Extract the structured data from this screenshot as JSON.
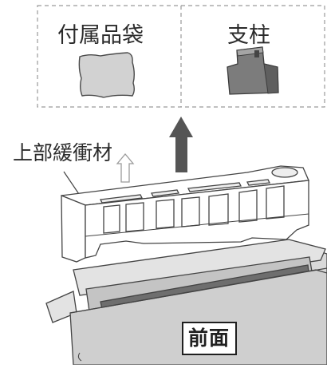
{
  "items": [
    {
      "label": "付属品袋",
      "icon": "accessory-bag-icon"
    },
    {
      "label": "支柱",
      "icon": "stand-post-icon"
    }
  ],
  "top_cushion": {
    "label": "上部緩衝材"
  },
  "box": {
    "front_label": "前面"
  },
  "arrows": {
    "lift": "up-arrow-icon",
    "reverse": "outline-up-arrow-icon"
  },
  "colors": {
    "line": "#4a4a4a",
    "light_gray": "#cfcfcf",
    "mid_gray": "#8a8a8a",
    "dark_gray": "#555555"
  }
}
